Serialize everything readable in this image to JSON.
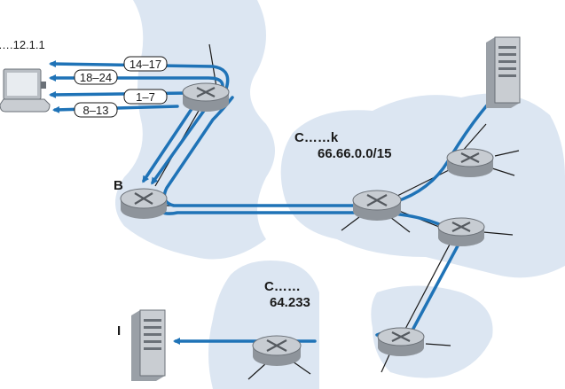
{
  "diagram": {
    "colors": {
      "cloud": "#dce6f2",
      "flow": "#1f73b7",
      "router_fill": "#c7ccd2",
      "router_dark": "#8e949b",
      "line": "#1a1a1a",
      "label_box": "#ffffff"
    },
    "flow_labels": [
      "14–17",
      "18–24",
      "1–7",
      "8–13"
    ],
    "edge_text": {
      "top_left_host": "….12.1.1",
      "router_b": "B",
      "network_mid": "C……k",
      "prefix_mid": "66.66.0.0/15",
      "network_bottom": "C……",
      "prefix_bottom": "64.233",
      "bottom_host": "I"
    },
    "icons": {
      "laptop": "laptop-icon",
      "server": "server-icon",
      "router": "router-icon",
      "arrow": "arrow-head-icon"
    }
  }
}
